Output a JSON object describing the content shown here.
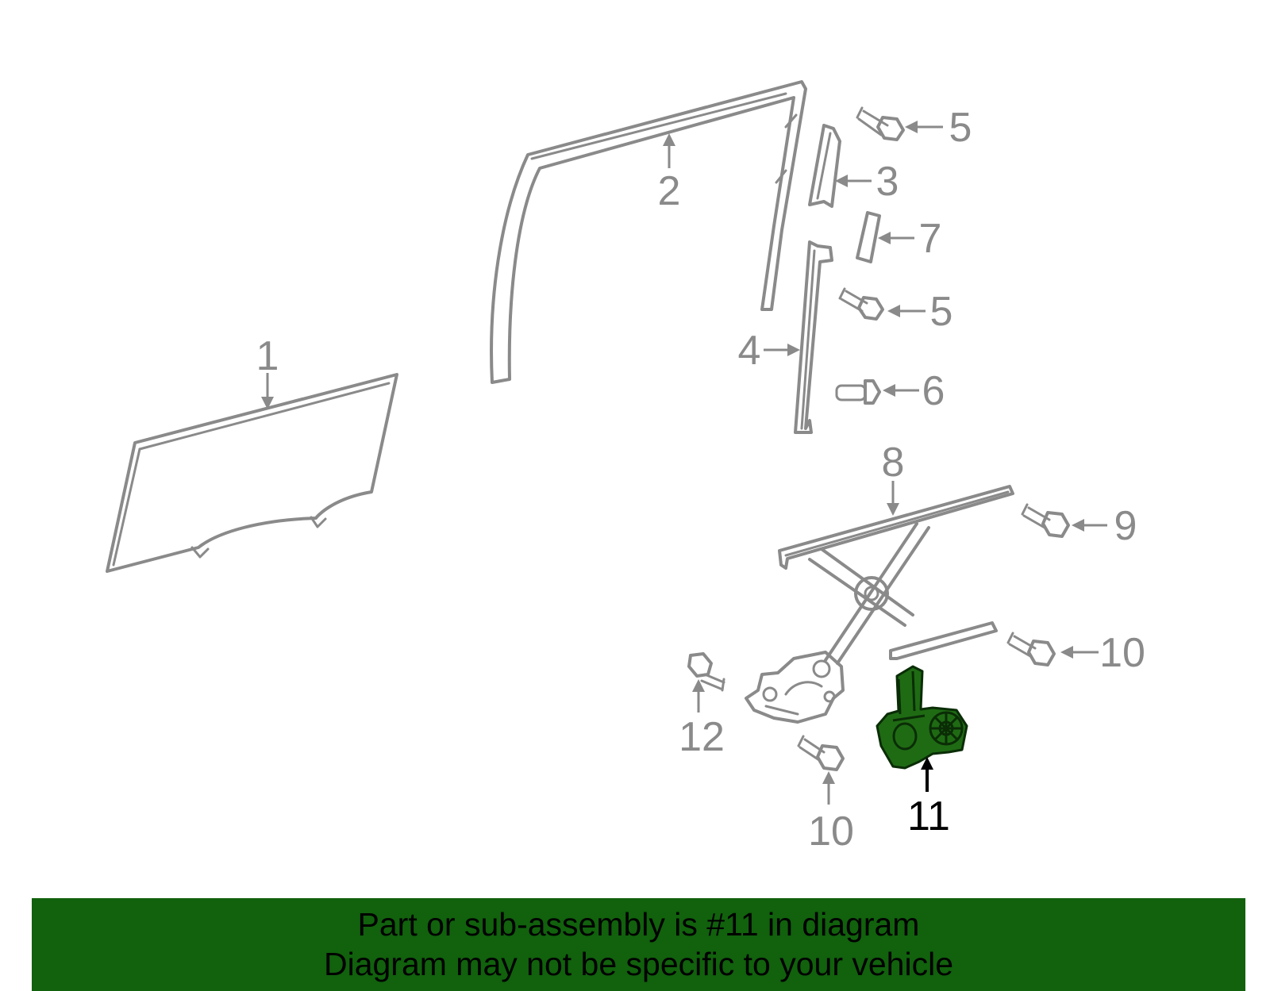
{
  "diagram": {
    "callouts": [
      {
        "label": "1",
        "highlighted": false
      },
      {
        "label": "2",
        "highlighted": false
      },
      {
        "label": "3",
        "highlighted": false
      },
      {
        "label": "4",
        "highlighted": false
      },
      {
        "label": "5",
        "highlighted": false
      },
      {
        "label": "5",
        "highlighted": false
      },
      {
        "label": "6",
        "highlighted": false
      },
      {
        "label": "7",
        "highlighted": false
      },
      {
        "label": "8",
        "highlighted": false
      },
      {
        "label": "9",
        "highlighted": false
      },
      {
        "label": "10",
        "highlighted": false
      },
      {
        "label": "10",
        "highlighted": false
      },
      {
        "label": "11",
        "highlighted": true
      },
      {
        "label": "12",
        "highlighted": false
      }
    ],
    "colors": {
      "part_outline": "#8a8a8a",
      "highlight_fill": "#1f6b14",
      "highlight_label": "#000000"
    }
  },
  "banner": {
    "line1": "Part or sub-assembly is #11 in diagram",
    "line2": "Diagram may not be specific to your vehicle",
    "background": "#11610d"
  }
}
